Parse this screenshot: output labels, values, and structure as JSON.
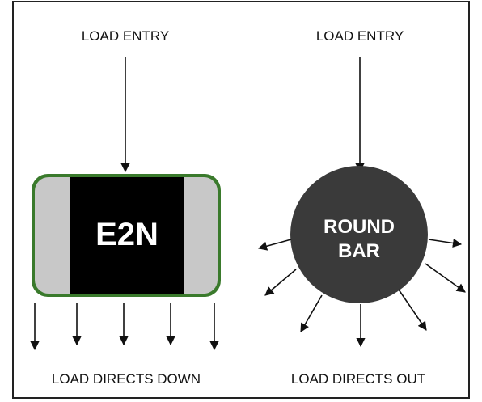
{
  "left": {
    "top_label": "LOAD ENTRY",
    "block_label": "E2N",
    "bottom_label": "LOAD DIRECTS DOWN"
  },
  "right": {
    "top_label": "LOAD ENTRY",
    "circle_label_line1": "ROUND",
    "circle_label_line2": "BAR",
    "bottom_label": "LOAD DIRECTS OUT"
  },
  "colors": {
    "frame_border": "#222222",
    "block_outline": "#3a7a2c",
    "block_body": "#000000",
    "block_end_caps": "#c8c8c8",
    "circle_fill": "#3a3a3a",
    "label_text": "#111111",
    "inner_text": "#ffffff"
  },
  "icons": {
    "arrow": "arrow-down-icon"
  }
}
